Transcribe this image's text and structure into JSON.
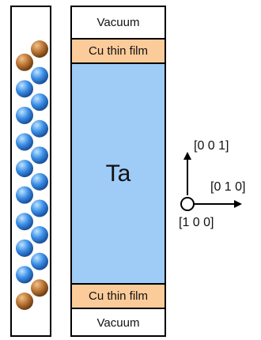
{
  "slab": {
    "layers": [
      {
        "label": "Vacuum",
        "color": "#ffffff"
      },
      {
        "label": "Cu thin film",
        "color": "#fbcb9a"
      },
      {
        "label": "Ta",
        "color": "#9fcbf7"
      },
      {
        "label": "Cu thin film",
        "color": "#fbcb9a"
      },
      {
        "label": "Vacuum",
        "color": "#ffffff"
      }
    ]
  },
  "atoms": {
    "colors": {
      "Cu": "#b87333",
      "Ta": "#3a8ee6"
    },
    "column_sequence": [
      "Cu",
      "Cu",
      "Ta",
      "Ta",
      "Ta",
      "Ta",
      "Ta",
      "Ta",
      "Ta",
      "Ta",
      "Ta",
      "Ta",
      "Ta",
      "Ta",
      "Ta",
      "Ta",
      "Ta",
      "Ta",
      "Cu",
      "Cu"
    ]
  },
  "axes": {
    "up": "[0 0 1]",
    "right": "[0 1 0]",
    "out_of_plane": "[1 0 0]"
  }
}
